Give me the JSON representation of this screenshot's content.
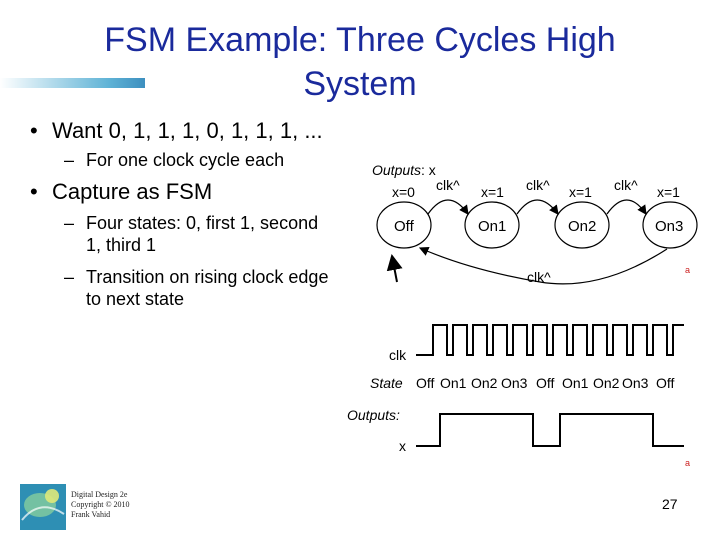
{
  "slide": {
    "title_line1": "FSM Example: Three Cycles High",
    "title_line2": "System",
    "bullets": {
      "b1": "Want 0, 1, 1, 1, 0, 1, 1, 1, ...",
      "b1_sub": "For one clock cycle each",
      "b2": "Capture as FSM",
      "b2_sub1_l1": "Four states: 0, first 1, second",
      "b2_sub1_l2": "1, third 1",
      "b2_sub2_l1": "Transition on rising clock edge",
      "b2_sub2_l2": "to next state"
    },
    "fsm": {
      "outputs_label": "Outputs",
      "outputs_var": ": x",
      "states": [
        {
          "name": "Off",
          "action": "x=0"
        },
        {
          "name": "On1",
          "action": "x=1"
        },
        {
          "name": "On2",
          "action": "x=1"
        },
        {
          "name": "On3",
          "action": "x=1"
        }
      ],
      "edge_label": "clk^",
      "return_label": "clk^"
    },
    "timing": {
      "clk_label": "clk",
      "state_label": "State",
      "outputs_label": "Outputs:",
      "x_label": "x",
      "state_sequence": [
        "Off",
        "On1",
        "On2",
        "On3",
        "Off",
        "On1",
        "On2",
        "On3",
        "Off"
      ]
    },
    "footer": {
      "line1": "Digital Design 2e",
      "line2": "Copyright © 2010",
      "line3": "Frank Vahid",
      "page": "27",
      "mark": "a"
    },
    "colors": {
      "title": "#1a2a9c",
      "accent_bar": "#5fb3d6",
      "mark": "#cc2222"
    }
  }
}
